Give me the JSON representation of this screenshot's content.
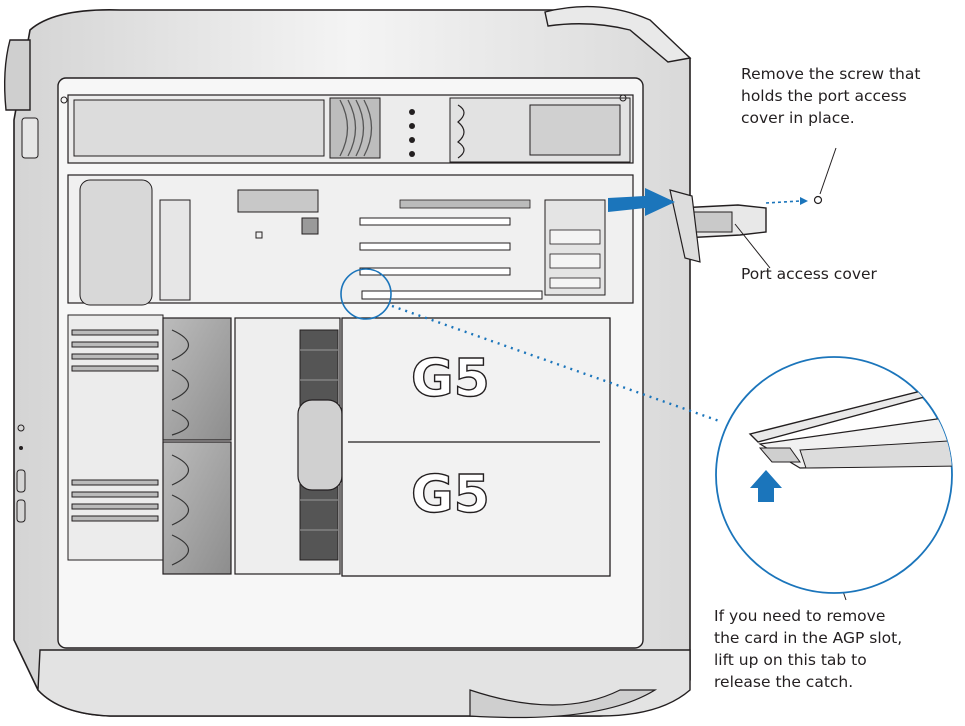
{
  "callouts": {
    "screw_lines": [
      "Remove the screw that",
      "holds the port access",
      "cover in place."
    ],
    "cover": "Port access cover",
    "tab_lines": [
      "If you need to remove",
      "the card in the AGP slot,",
      "lift up on this tab to",
      "release the catch."
    ]
  },
  "chips": {
    "top": "G5",
    "bottom": "G5"
  },
  "colors": {
    "arrow": "#1b75bb",
    "dotted_line": "#1b75bb",
    "outline": "#231f20"
  }
}
